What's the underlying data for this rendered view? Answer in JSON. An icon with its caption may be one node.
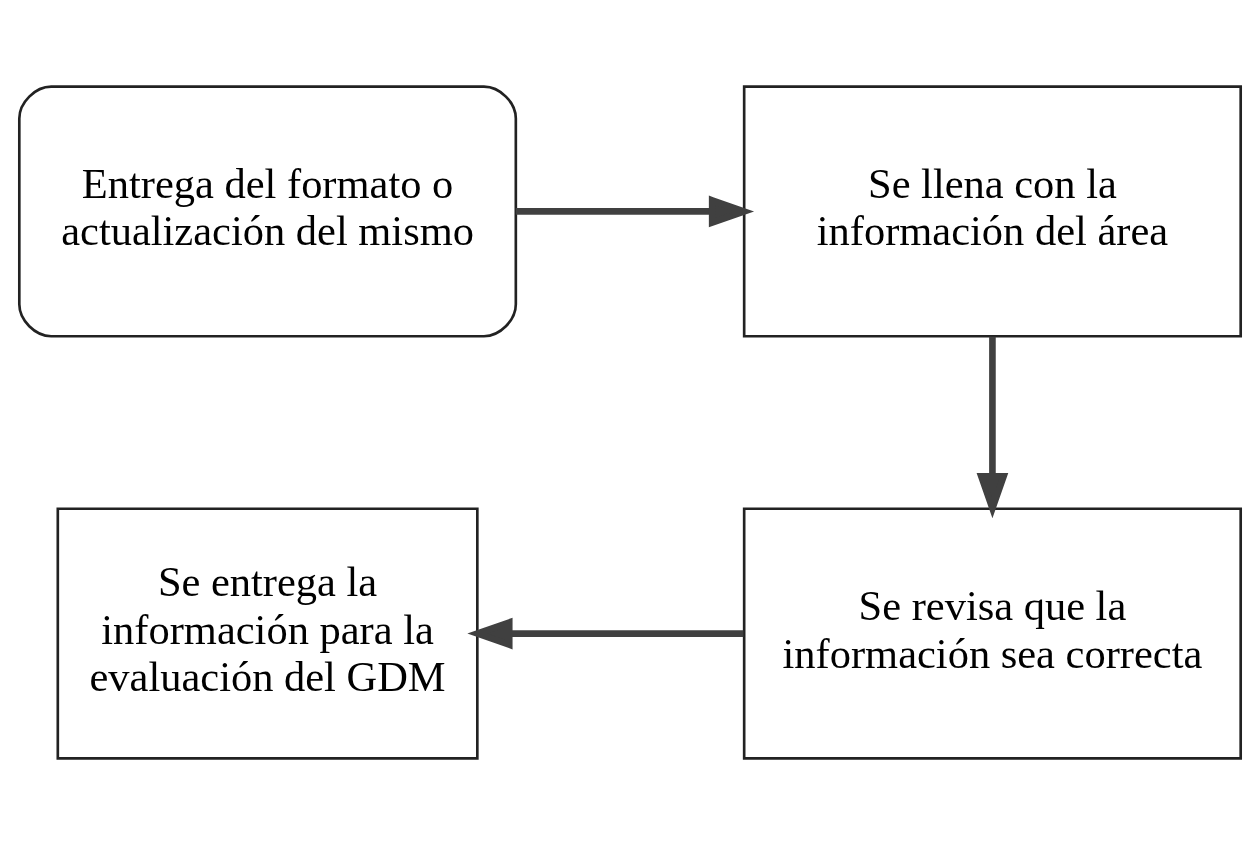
{
  "diagram": {
    "nodes": [
      {
        "text": [
          "Entrega del formato o actualización del mismo"
        ]
      },
      {
        "text": [
          "Se llena con la información del área"
        ]
      },
      {
        "text": [
          "Se revisa que la información sea correcta"
        ]
      },
      {
        "text": [
          "Se entrega la información para la evaluación del GDM"
        ]
      }
    ],
    "edges": [
      {
        "from": 0,
        "to": 1,
        "arrow": "to"
      },
      {
        "from": 1,
        "to": 2,
        "arrow": "to"
      },
      {
        "from": 2,
        "to": 3,
        "arrow": "to"
      }
    ]
  }
}
